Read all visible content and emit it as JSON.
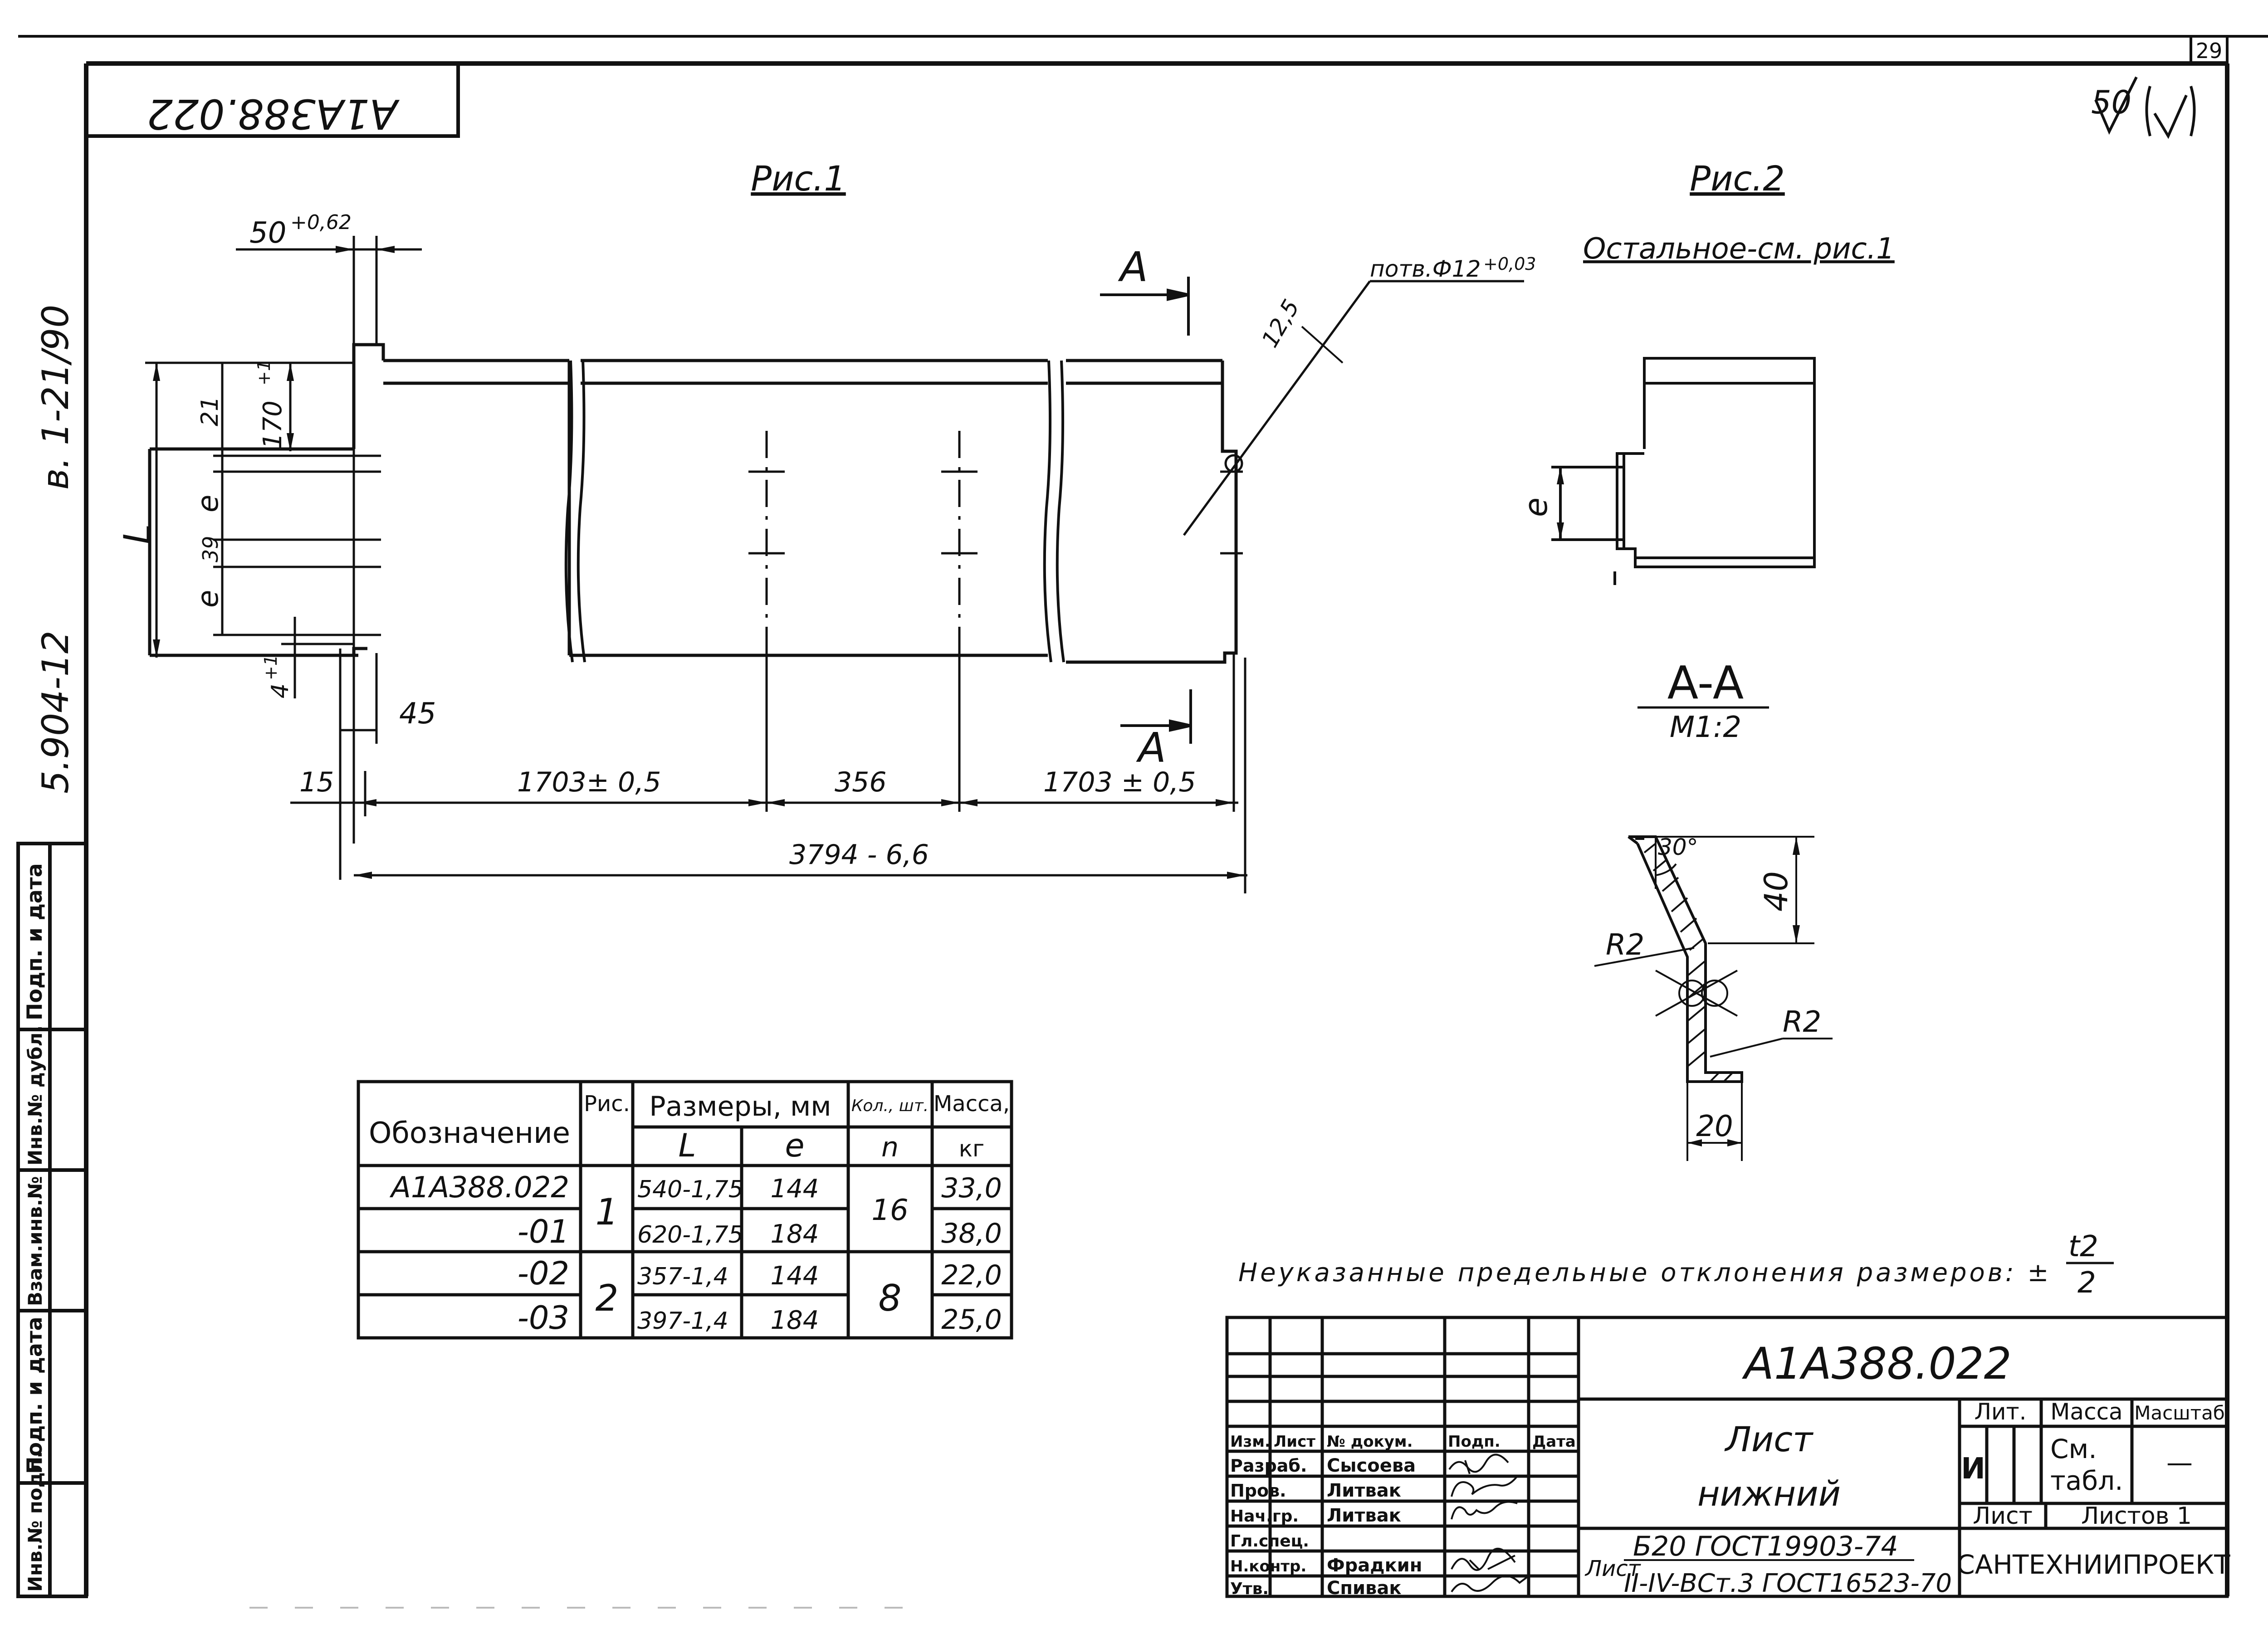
{
  "sheet": {
    "page_number": "29",
    "doc_code_rotated": "A1A388.022",
    "roughness": "50",
    "side_note_1": "в. 1-21/90",
    "side_note_2": "5.904-12"
  },
  "side_stamp": [
    "Подп. и дата",
    "Инв.№ дубл.",
    "Взам.инв.№",
    "Подп. и дата",
    "Инв.№ подл."
  ],
  "fig1": {
    "title": "Рис.1",
    "dim_50": "50",
    "dim_50_tol": "+0,62",
    "hole_label": "потв.Ф12",
    "hole_tol": "+0,03",
    "dim_12_5": "12,5",
    "dim_170": "170",
    "dim_170_tol": "+1",
    "dim_21": "21",
    "dim_39": "39",
    "dim_4": "4",
    "dim_4_tol": "+1",
    "dim_L": "L",
    "dim_e1": "e",
    "dim_e2": "e",
    "dim_45": "45",
    "dim_15": "15",
    "dim_1703a": "1703± 0,5",
    "dim_356": "356",
    "dim_1703b": "1703 ± 0,5",
    "dim_3794": "3794 - 6,6",
    "section_mark_top": "A",
    "section_mark_bottom": "A"
  },
  "fig2": {
    "title": "Рис.2",
    "subtitle": "Остальное-см. рис.1",
    "dim_e": "e"
  },
  "section": {
    "title": "A-A",
    "scale": "M1:2",
    "angle": "30°",
    "dim_40": "40",
    "r2a": "R2",
    "r2b": "R2",
    "dim_20": "20"
  },
  "table": {
    "headers": {
      "designation": "Обозначение",
      "fig": "Рис.",
      "sizes": "Размеры, мм",
      "qty": "Кол., шт.",
      "mass": "Масса,",
      "sub_L": "L",
      "sub_e": "e",
      "sub_n": "n",
      "sub_kg": "кг"
    },
    "rows": [
      {
        "designation": "A1A388.022",
        "L": "540-1,75",
        "e": "144",
        "mass": "33,0"
      },
      {
        "designation": "-01",
        "L": "620-1,75",
        "e": "184",
        "mass": "38,0"
      },
      {
        "designation": "-02",
        "L": "357-1,4",
        "e": "144",
        "mass": "22,0"
      },
      {
        "designation": "-03",
        "L": "397-1,4",
        "e": "184",
        "mass": "25,0"
      }
    ],
    "fig_groups": [
      "1",
      "2"
    ],
    "qty_groups": [
      "16",
      "8"
    ]
  },
  "note": {
    "text": "Неуказанные предельные отклонения размеров: ±",
    "frac_top": "t2",
    "frac_bottom": "2"
  },
  "title_block": {
    "code": "A1A388.022",
    "name_line1": "Лист",
    "name_line2": "нижний",
    "material_prefix": "Лист",
    "material_line1": "Б20 ГОСТ19903-74",
    "material_line2": "II-IV-ВСт.3 ГОСТ16523-70",
    "lit_label": "Лит.",
    "mass_label": "Масса",
    "scale_label": "Масштаб",
    "lit_value": "И",
    "mass_value_1": "См.",
    "mass_value_2": "табл.",
    "scale_value": "—",
    "sheet_label": "Лист",
    "sheets_label": "Листов 1",
    "org": "САНТЕХНИИПРОЕКТ",
    "col_headers": [
      "Изм.",
      "Лист",
      "№ докум.",
      "Подп.",
      "Дата"
    ],
    "roles": [
      "Разраб.",
      "Пров.",
      "Нач.гр.",
      "Гл.спец.",
      "Н.контр.",
      "Утв."
    ],
    "names": [
      "Сысоева",
      "Литвак",
      "Литвак",
      "",
      "Фрадкин",
      "Спивак"
    ]
  }
}
